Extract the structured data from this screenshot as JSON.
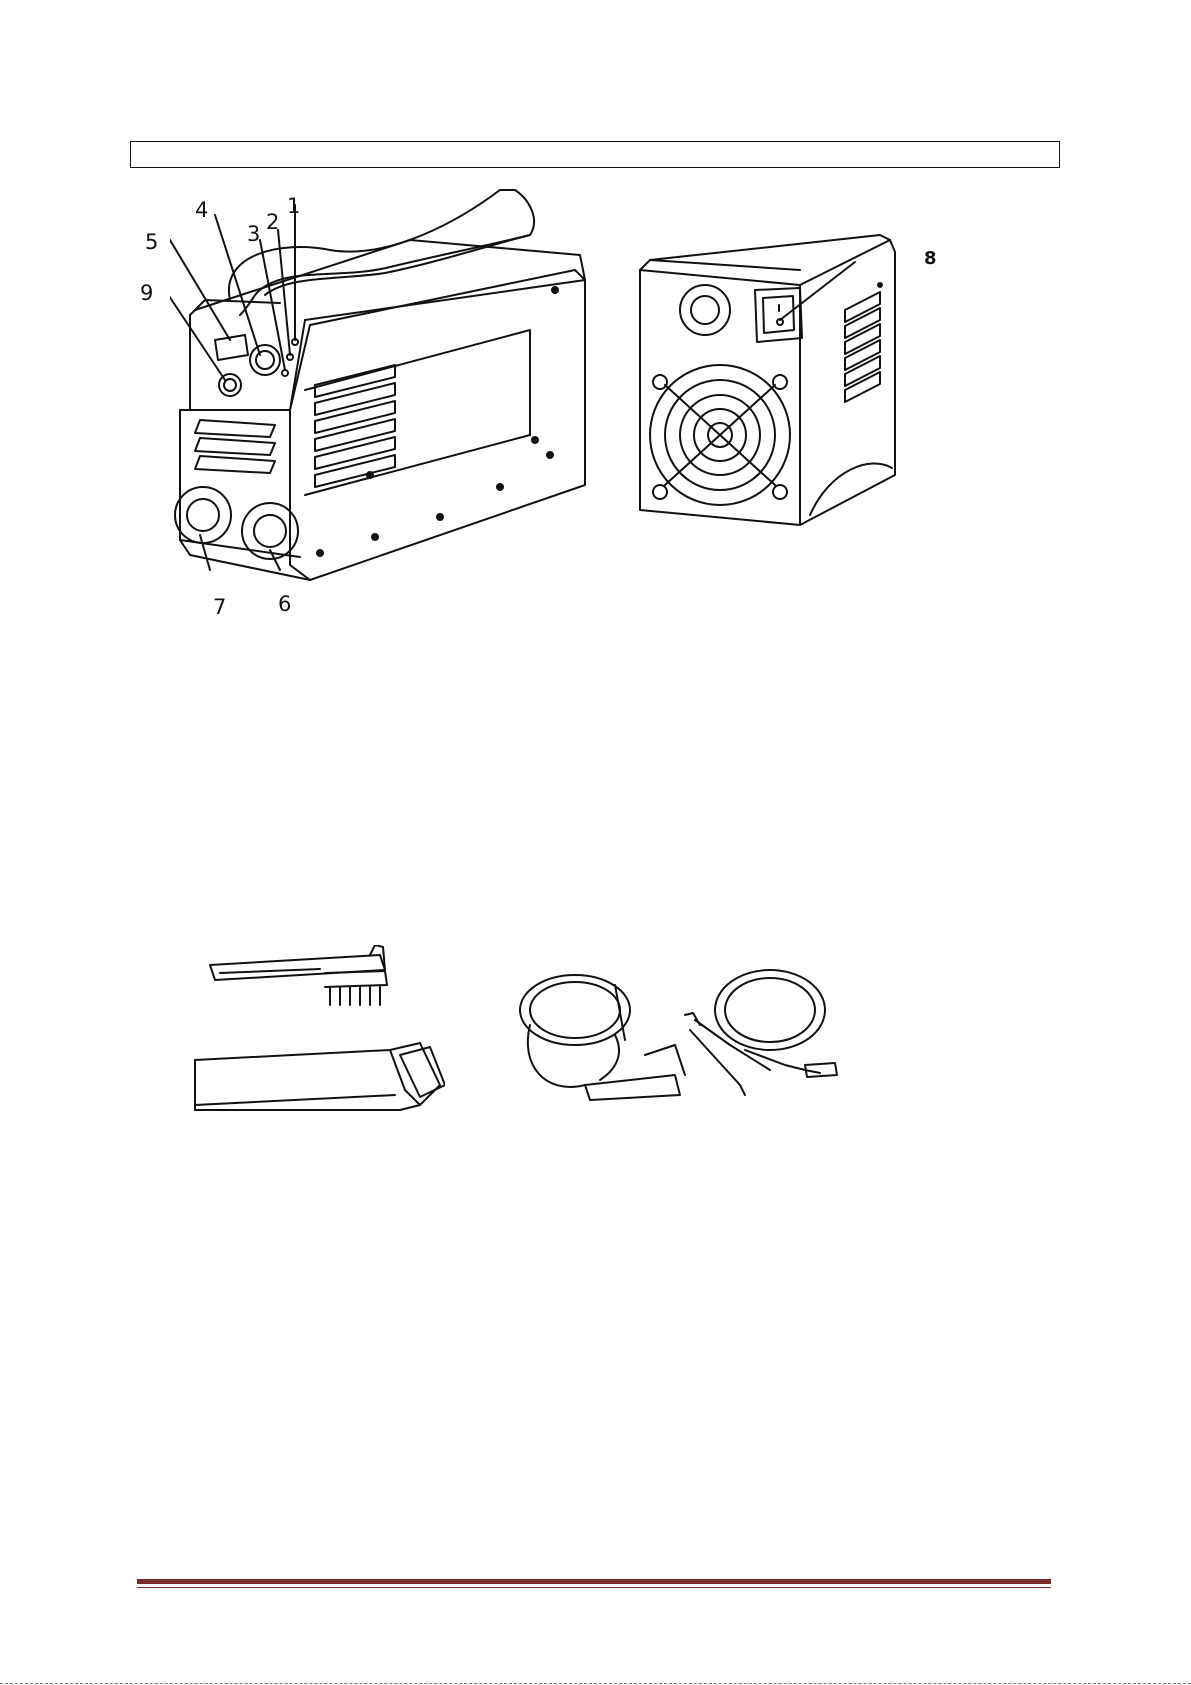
{
  "callouts": {
    "c1": "1",
    "c2": "2",
    "c3": "3",
    "c4": "4",
    "c5": "5",
    "c6": "6",
    "c7": "7",
    "c8": "8",
    "c9": "9"
  },
  "icons": {
    "front_unit": "welding-inverter-front-illustration",
    "rear_unit": "welding-inverter-rear-illustration",
    "brush": "wire-brush-hammer-illustration",
    "strap": "shoulder-strap-illustration",
    "cables": "electrode-holder-and-ground-clamp-cables-illustration"
  },
  "colors": {
    "footer_rule": "#7a2a2a",
    "line_art": "#111111"
  }
}
